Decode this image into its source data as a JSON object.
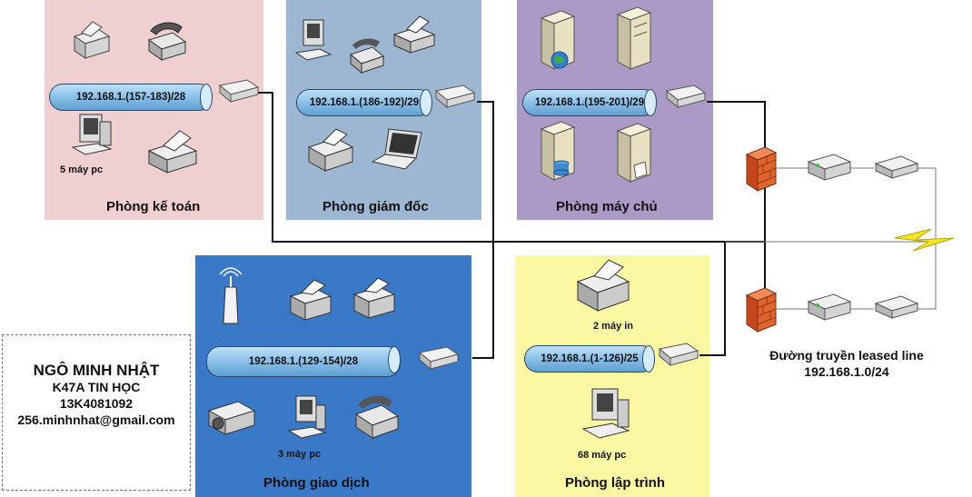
{
  "rooms": [
    {
      "id": "accounting",
      "title": "Phòng kế toán",
      "color": "#efcfcf",
      "subnet": "192.168.1.(157-183)/28",
      "caption": "5 máy pc"
    },
    {
      "id": "director",
      "title": "Phòng giám đốc",
      "color": "#9db7d3",
      "subnet": "192.168.1.(186-192)/29"
    },
    {
      "id": "server",
      "title": "Phòng máy chủ",
      "color": "#ab9ac5",
      "subnet": "192.168.1.(195-201)/29"
    },
    {
      "id": "transaction",
      "title": "Phòng giao dịch",
      "color": "#3a78c8",
      "subnet": "192.168.1.(129-154)/28",
      "caption": "3 máy pc"
    },
    {
      "id": "programming",
      "title": "Phòng lập trình",
      "color": "#fbf8a4",
      "subnet": "192.168.1.(1-126)/25",
      "caption_printer": "2 máy in",
      "caption_pc": "68 máy pc"
    }
  ],
  "author": {
    "name": "NGÔ MINH NHẬT",
    "class": "K47A TIN HỌC",
    "id": "13K4081092",
    "email": "256.minhnhat@gmail.com"
  },
  "wan": {
    "label": "Đường truyền leased line",
    "subnet": "192.168.1.0/24"
  },
  "colors": {
    "wire": "#111111",
    "firewall": "#e0642c",
    "bus": "#8ec3ea",
    "lightning": "#f5e626"
  }
}
